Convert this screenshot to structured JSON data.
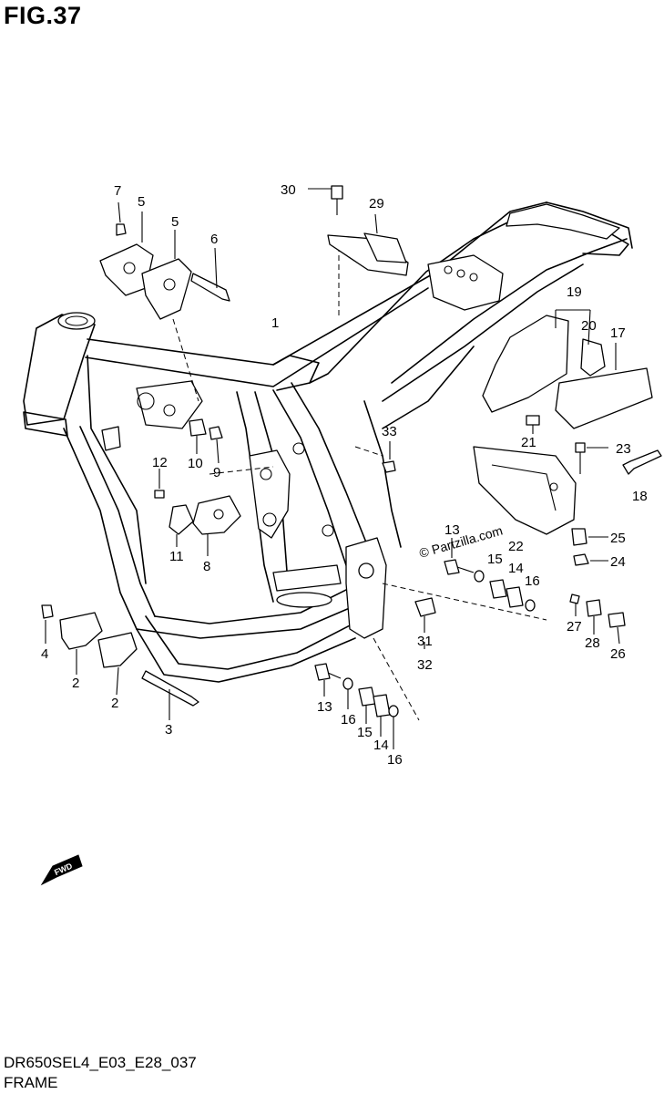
{
  "figure": {
    "title": "FIG.37",
    "model_code": "DR650SEL4_E03_E28_037",
    "section_name": "FRAME",
    "watermark": "© Partzilla.com",
    "fwd_label": "FWD"
  },
  "callouts": [
    {
      "id": "c30",
      "text": "30"
    },
    {
      "id": "c29",
      "text": "29"
    },
    {
      "id": "c7",
      "text": "7"
    },
    {
      "id": "c5a",
      "text": "5"
    },
    {
      "id": "c5b",
      "text": "5"
    },
    {
      "id": "c6",
      "text": "6"
    },
    {
      "id": "c1",
      "text": "1"
    },
    {
      "id": "c19",
      "text": "19"
    },
    {
      "id": "c20",
      "text": "20"
    },
    {
      "id": "c17",
      "text": "17"
    },
    {
      "id": "c21",
      "text": "21"
    },
    {
      "id": "c23",
      "text": "23"
    },
    {
      "id": "c18",
      "text": "18"
    },
    {
      "id": "c33",
      "text": "33"
    },
    {
      "id": "c10",
      "text": "10"
    },
    {
      "id": "c9",
      "text": "9"
    },
    {
      "id": "c12",
      "text": "12"
    },
    {
      "id": "c11",
      "text": "11"
    },
    {
      "id": "c8",
      "text": "8"
    },
    {
      "id": "c22",
      "text": "22"
    },
    {
      "id": "c25",
      "text": "25"
    },
    {
      "id": "c24",
      "text": "24"
    },
    {
      "id": "c13a",
      "text": "13"
    },
    {
      "id": "c15a",
      "text": "15"
    },
    {
      "id": "c14a",
      "text": "14"
    },
    {
      "id": "c16a",
      "text": "16"
    },
    {
      "id": "c27",
      "text": "27"
    },
    {
      "id": "c28",
      "text": "28"
    },
    {
      "id": "c26",
      "text": "26"
    },
    {
      "id": "c31",
      "text": "31"
    },
    {
      "id": "c32",
      "text": "32"
    },
    {
      "id": "c4",
      "text": "4"
    },
    {
      "id": "c2a",
      "text": "2"
    },
    {
      "id": "c2b",
      "text": "2"
    },
    {
      "id": "c3",
      "text": "3"
    },
    {
      "id": "c13b",
      "text": "13"
    },
    {
      "id": "c16b",
      "text": "16"
    },
    {
      "id": "c15b",
      "text": "15"
    },
    {
      "id": "c14b",
      "text": "14"
    },
    {
      "id": "c16c",
      "text": "16"
    }
  ]
}
